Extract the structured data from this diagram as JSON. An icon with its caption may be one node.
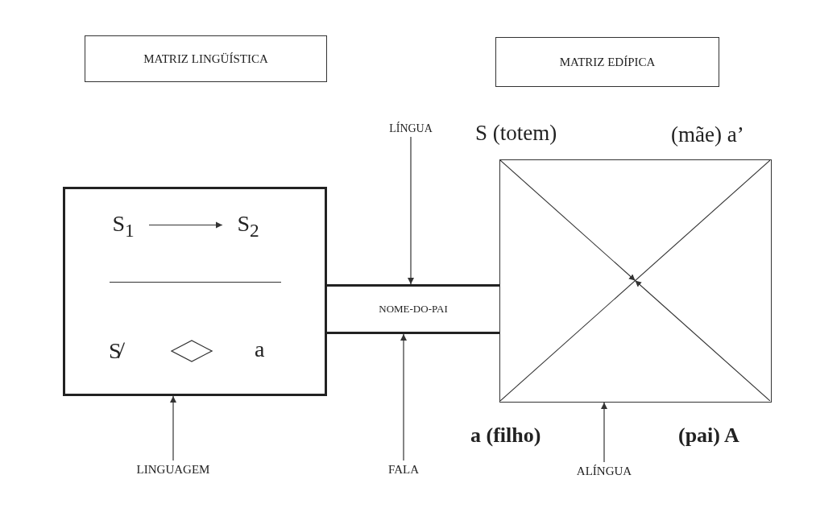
{
  "diagram": {
    "nodes": [
      {
        "text": [
          "MATRIZ LINGÜÍSTICA"
        ]
      },
      {
        "text": [
          "MATRIZ EDÍPICA"
        ]
      },
      {
        "text": [
          "LÍNGUA"
        ]
      },
      {
        "text": [],
        "shape": "box"
      },
      {
        "text": [
          "S$_{1}$"
        ],
        "in": 3
      },
      {
        "text": [
          "S$_{2}$"
        ],
        "in": 3
      },
      {
        "text": [
          "NOME-DO-PAI"
        ]
      },
      {
        "text": [],
        "shape": "box",
        "beside": [
          "S (totem)",
          "(mãe) a’",
          "a (filho)",
          "(pai) A"
        ]
      },
      {
        "text": [
          "LINGUAGEM"
        ]
      },
      {
        "text": [
          "FALA"
        ]
      },
      {
        "text": [
          "ALÍNGUA"
        ]
      }
    ],
    "edges": [
      {
        "from": 4,
        "to": 5,
        "arrow": "to"
      },
      {
        "from": 2,
        "to": 6,
        "arrow": "to"
      },
      {
        "from": 8,
        "to": 3,
        "arrow": "to"
      },
      {
        "from": 9,
        "to": 6,
        "arrow": "to"
      },
      {
        "from": 10,
        "to": 7,
        "arrow": "to"
      }
    ],
    "labels": [
      "S̸",
      "a"
    ]
  }
}
